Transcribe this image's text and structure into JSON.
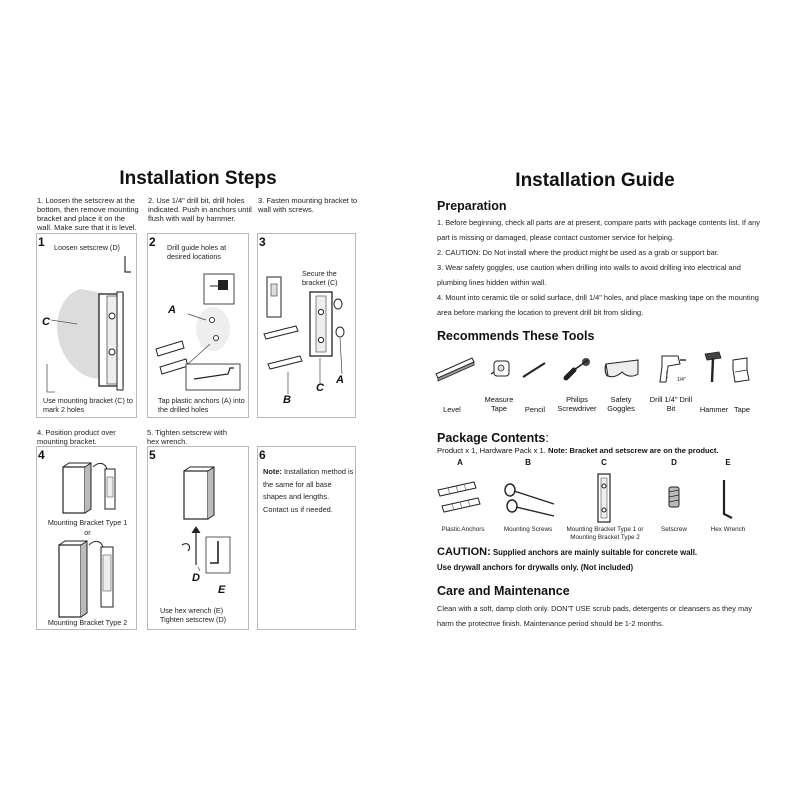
{
  "left": {
    "title": "Installation Steps",
    "instructions": [
      "1. Loosen the setscrew at the bottom, then remove mounting bracket and place it on the wall. Make sure that it is level.",
      "2. Use 1/4\" drill bit, drill holes indicated. Push in anchors until flush with wall by hammer.",
      "3. Fasten mounting bracket to wall with screws.",
      "4. Position product over mounting bracket.",
      "5. Tighten setscrew with hex wrench."
    ],
    "panels": {
      "p1": {
        "num": "1",
        "top": "Loosen setscrew (D)",
        "bottom": "Use mounting bracket (C) to mark 2 holes",
        "label_c": "C"
      },
      "p2": {
        "num": "2",
        "top": "Drill guide holes at desired locations",
        "bottom": "Tap plastic anchors (A) into the drilled holes",
        "label_a": "A"
      },
      "p3": {
        "num": "3",
        "top": "Secure the bracket (C)",
        "label_a": "A",
        "label_b": "B",
        "label_c": "C"
      },
      "p4": {
        "num": "4",
        "type1": "Mounting Bracket Type 1",
        "or": "or",
        "type2": "Mounting Bracket Type 2"
      },
      "p5": {
        "num": "5",
        "label_d": "D",
        "label_e": "E",
        "bottom": "Use hex wrench (E) Tighten setscrew (D)"
      },
      "p6": {
        "num": "6",
        "note_label": "Note:",
        "note_text": "Installation method is the same for all base shapes and lengths. Contact us if needed."
      }
    }
  },
  "right": {
    "title": "Installation Guide",
    "preparation": {
      "heading": "Preparation",
      "items": [
        "1. Before beginning, check all parts are at present, compare parts with package contents list. If any part is missing or damaged, please contact customer service for helping.",
        "2. CAUTION: Do Not install where the product might be used as a grab or support bar.",
        "3. Wear safety goggles, use caution when drilling into walls to avoid drilling into electrical and plumbing lines hidden within wall.",
        "4. Mount into ceramic tile or solid surface, drill 1/4\" holes, and place masking tape on the mounting area before marking the location to prevent drill bit from sliding."
      ]
    },
    "tools": {
      "heading": "Recommends These Tools",
      "items": [
        {
          "label": "Level",
          "icon": "level-icon"
        },
        {
          "label": "Measure Tape",
          "icon": "measure-tape-icon"
        },
        {
          "label": "Pencil",
          "icon": "pencil-icon"
        },
        {
          "label": "Philips Screwdriver",
          "icon": "screwdriver-icon"
        },
        {
          "label": "Safety Goggles",
          "icon": "goggles-icon"
        },
        {
          "label": "Drill 1/4\" Drill Bit",
          "icon": "drill-icon"
        },
        {
          "label": "Hammer",
          "icon": "hammer-icon"
        },
        {
          "label": "Tape",
          "icon": "tape-icon"
        }
      ],
      "drill_size": "1/4\""
    },
    "package": {
      "heading": "Package Contents",
      "colon": ":",
      "line_plain": "Product x 1, Hardware Pack x 1. ",
      "line_bold": "Note: Bracket and setscrew are on the product.",
      "items": [
        {
          "letter": "A",
          "name": "Plastic Anchors"
        },
        {
          "letter": "B",
          "name": "Mounting Screws"
        },
        {
          "letter": "C",
          "name": "Mounting Bracket Type 1 or Mounting Bracket Type 2"
        },
        {
          "letter": "D",
          "name": "Setscrew"
        },
        {
          "letter": "E",
          "name": "Hex Wrench"
        }
      ]
    },
    "caution": {
      "label": "CAUTION:",
      "line1": " Supplied anchors are mainly suitable for concrete wall.",
      "line2": "Use drywall anchors for drywalls only. (Not included)"
    },
    "care": {
      "heading": "Care and Maintenance",
      "text": "Clean with a soft, damp cloth only. DON'T USE scrub pads, detergents or cleansers as they may harm the protective finish. Maintenance period should be 1-2 months."
    }
  }
}
